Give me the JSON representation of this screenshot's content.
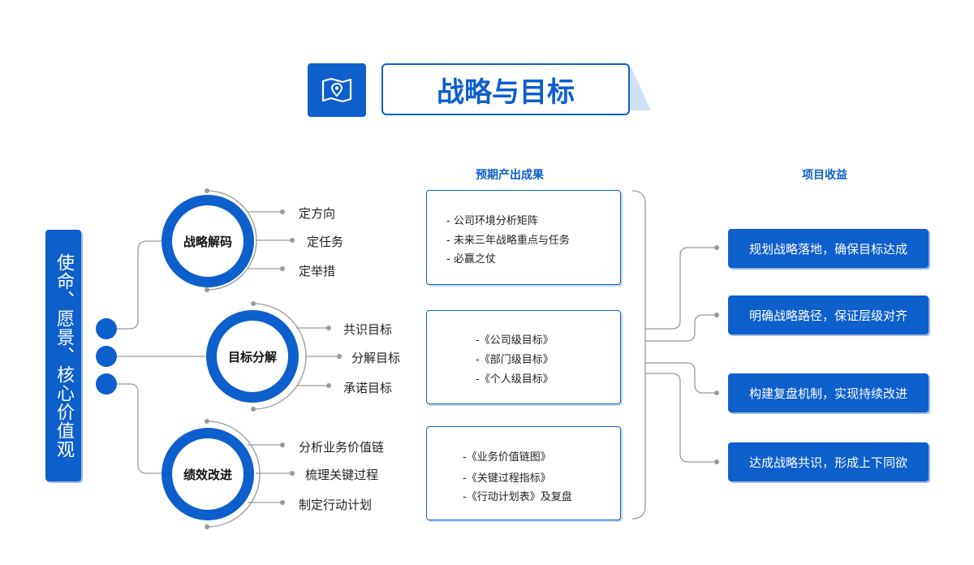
{
  "title": "战略与目标",
  "icons": {
    "title_icon": "map-pin-icon"
  },
  "colors": {
    "primary": "#0d5fcc",
    "connector": "#9a9a9a"
  },
  "mission": "使命、愿景、核心价值观",
  "pillars": [
    {
      "label": "战略解码",
      "items": [
        "定方向",
        "定任务",
        "定举措"
      ]
    },
    {
      "label": "目标分解",
      "items": [
        "共识目标",
        "分解目标",
        "承诺目标"
      ]
    },
    {
      "label": "绩效改进",
      "items": [
        "分析业务价值链",
        "梳理关键过程",
        "制定行动计划"
      ]
    }
  ],
  "outputs": {
    "heading": "预期产出成果",
    "boxes": [
      [
        "- 公司环境分析矩阵",
        "- 未来三年战略重点与任务",
        "- 必赢之仗"
      ],
      [
        "-《公司级目标》",
        "-《部门级目标》",
        "-《个人级目标》"
      ],
      [
        "-《业务价值链图》",
        "-《关键过程指标》",
        "-《行动计划表》及复盘"
      ]
    ]
  },
  "benefits": {
    "heading": "项目收益",
    "items": [
      "规划战略落地，确保目标达成",
      "明确战略路径，保证层级对齐",
      "构建复盘机制，实现持续改进",
      "达成战略共识，形成上下同欲"
    ]
  }
}
